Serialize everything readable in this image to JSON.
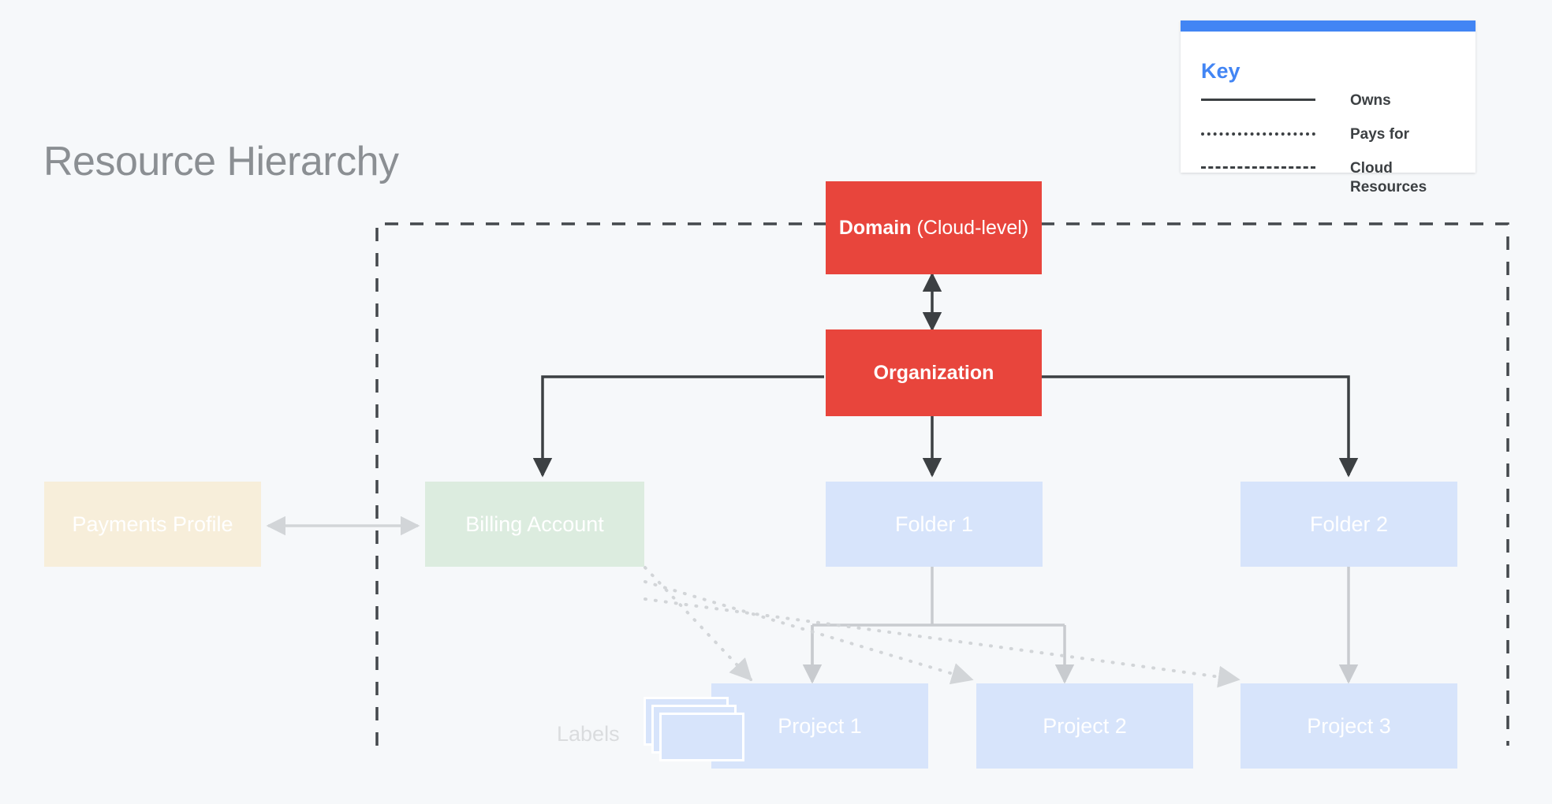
{
  "page": {
    "title": "Resource Hierarchy",
    "background_color": "#f6f8fa"
  },
  "key": {
    "title": "Key",
    "accent_color": "#4285f4",
    "items": [
      {
        "style": "solid",
        "label": "Owns"
      },
      {
        "style": "dotted",
        "label": "Pays for"
      },
      {
        "style": "dashed",
        "label": "Cloud Resources"
      }
    ]
  },
  "nodes": {
    "domain": {
      "label_strong": "Domain",
      "label_light": " (Cloud-level)",
      "color": "#e8453c"
    },
    "organization": {
      "label": "Organization",
      "color": "#e8453c"
    },
    "payments_profile": {
      "label": "Payments Profile",
      "color": "#f7eeda"
    },
    "billing_account": {
      "label": "Billing Account",
      "color": "#dcecdf"
    },
    "folder1": {
      "label": "Folder 1",
      "color": "#d7e4fb"
    },
    "folder2": {
      "label": "Folder 2",
      "color": "#d7e4fb"
    },
    "project1": {
      "label": "Project 1",
      "color": "#d7e4fb"
    },
    "project2": {
      "label": "Project 2",
      "color": "#d7e4fb"
    },
    "project3": {
      "label": "Project 3",
      "color": "#d7e4fb"
    },
    "labels": {
      "label": "Labels",
      "color": "#d7e4fb"
    }
  },
  "edges": {
    "dark_color": "#3c4043",
    "light_color": "#c8cbcf",
    "boundary_color": "#44484c"
  }
}
